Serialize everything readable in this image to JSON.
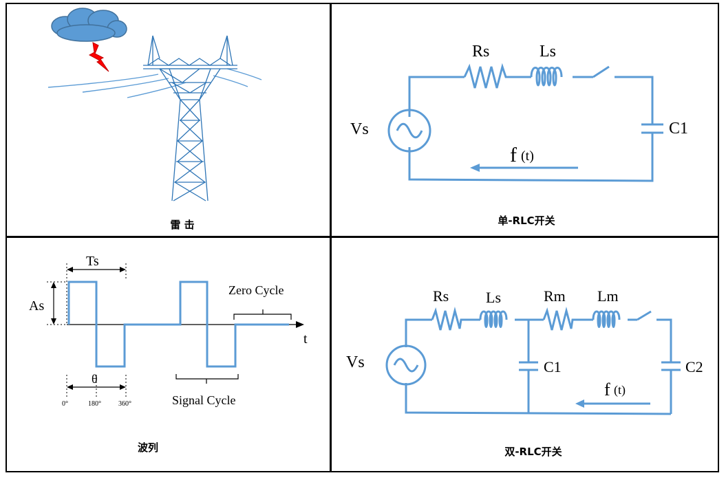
{
  "panels": {
    "lightning": {
      "caption": "雷 击"
    },
    "single_rlc": {
      "caption": "单-RLC开关",
      "labels": {
        "rs": "Rs",
        "ls": "Ls",
        "vs": "Vs",
        "c1": "C1",
        "f": "f",
        "t": "(t)"
      }
    },
    "pulse": {
      "caption": "波列",
      "labels": {
        "ts": "Ts",
        "as": "As",
        "t_axis": "t",
        "theta": "θ",
        "deg0": "0°",
        "deg180": "180°",
        "deg360": "360°",
        "zero_cycle": "Zero Cycle",
        "signal_cycle": "Signal Cycle"
      }
    },
    "double_rlc": {
      "caption": "双-RLC开关",
      "labels": {
        "rs": "Rs",
        "ls": "Ls",
        "rm": "Rm",
        "lm": "Lm",
        "vs": "Vs",
        "c1": "C1",
        "c2": "C2",
        "f": "f",
        "t": "(t)"
      }
    }
  },
  "colors": {
    "wire": "#5b9bd5",
    "bolt": "#ff0000",
    "cloud": "#5b9bd5",
    "tower": "#2e75b6"
  }
}
